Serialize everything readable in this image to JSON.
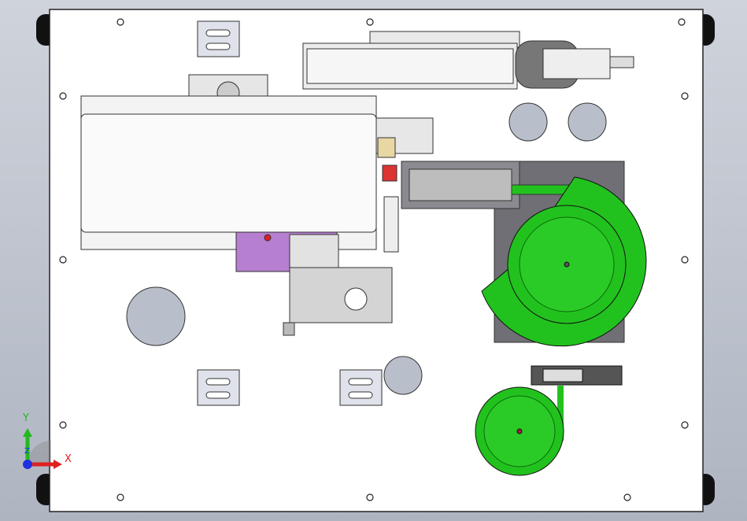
{
  "viewport": {
    "view": "top"
  },
  "triad": {
    "x_label": "X",
    "y_label": "Y",
    "z_label": "Z"
  },
  "colors": {
    "plate": "#ffffff",
    "feeder_green": "#22c21e",
    "purple_block": "#b77fd1",
    "steel": "#d8d8d8",
    "hole": "#b9bfca",
    "dark_plate": "#6f6f75",
    "axis_x": "#e02020",
    "axis_y": "#22b822",
    "axis_z": "#2030e0"
  }
}
